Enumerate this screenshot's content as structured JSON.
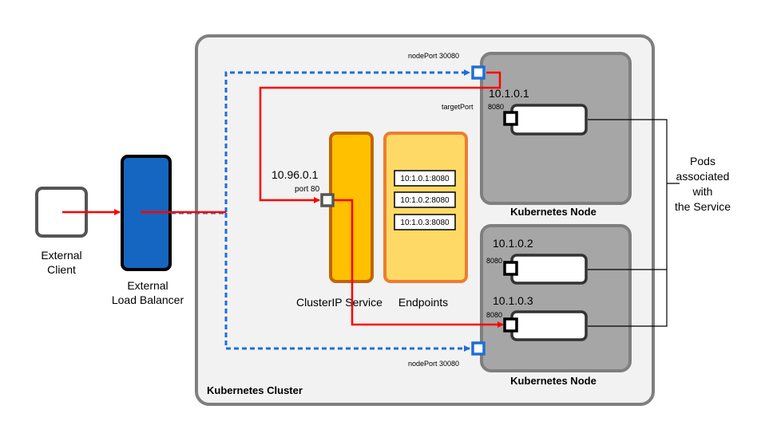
{
  "cluster": {
    "label": "Kubernetes Cluster"
  },
  "external_client": {
    "label_line1": "External",
    "label_line2": "Client"
  },
  "load_balancer": {
    "label_line1": "External",
    "label_line2": "Load Balancer"
  },
  "service": {
    "ip": "10.96.0.1",
    "port_label": "port 80",
    "label": "ClusterIP Service"
  },
  "endpoints": {
    "label": "Endpoints",
    "items": [
      "10:1.0.1:8080",
      "10:1.0.2:8080",
      "10:1.0.3:8080"
    ]
  },
  "node_top": {
    "label": "Kubernetes Node",
    "node_port_label": "nodePort  30080",
    "pod_ip": "10.1.0.1",
    "target_port_label": "targetPort",
    "target_port_value": "8080"
  },
  "node_bottom": {
    "label": "Kubernetes Node",
    "node_port_label": "nodePort  30080",
    "pod1_ip": "10.1.0.2",
    "pod1_port": "8080",
    "pod2_ip": "10.1.0.3",
    "pod2_port": "8080"
  },
  "pods_annotation": {
    "line1": "Pods",
    "line2": "associated",
    "line3": "with",
    "line4": "the Service"
  },
  "colors": {
    "red_path": "#ff0000",
    "blue_dashed_path": "#1f6fd6",
    "load_balancer_fill": "#1566c0",
    "service_fill": "#ffc000",
    "service_border": "#c0650a",
    "endpoints_fill": "#ffd966",
    "endpoints_border": "#ed7d31",
    "node_fill": "#a6a6a6",
    "node_border": "#7f7f7f",
    "cluster_fill": "#f2f2f2",
    "cluster_border": "#7f7f7f"
  }
}
